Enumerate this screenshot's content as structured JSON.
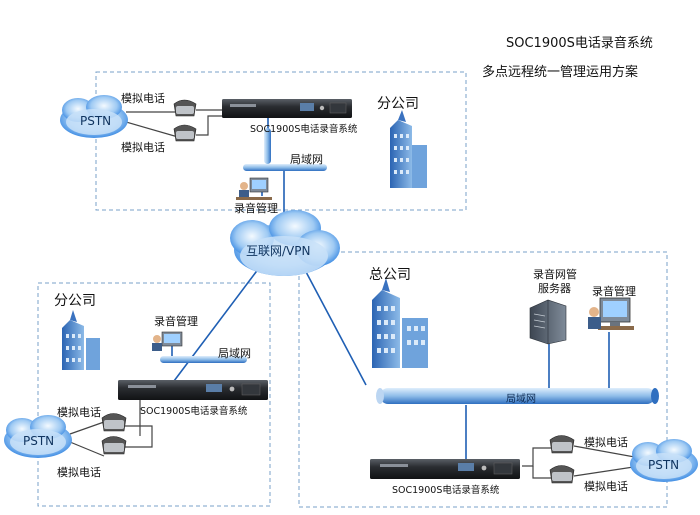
{
  "title": {
    "line1": "SOC1900S电话录音系统",
    "line2": "多点远程统一管理运用方案"
  },
  "internet": "互联网/VPN",
  "branch_top": {
    "office": "分公司",
    "pstn": "PSTN",
    "phone1": "模拟电话",
    "phone2": "模拟电话",
    "device": "SOC1900S电话录音系统",
    "lan": "局域网",
    "mgmt": "录音管理"
  },
  "branch_left": {
    "office": "分公司",
    "pstn": "PSTN",
    "phone1": "模拟电话",
    "phone2": "模拟电话",
    "device": "SOC1900S电话录音系统",
    "lan": "局域网",
    "mgmt": "录音管理"
  },
  "hq": {
    "office": "总公司",
    "server": "录音网管\n服务器",
    "server_l1": "录音网管",
    "server_l2": "服务器",
    "mgmt": "录音管理",
    "lan": "局域网",
    "device": "SOC1900S电话录音系统",
    "phone1": "模拟电话",
    "phone2": "模拟电话",
    "pstn": "PSTN"
  },
  "colors": {
    "link": "#1f5fb4",
    "pipe_light": "#bcd6f2",
    "pipe_dark": "#2f6fc0",
    "cloud_light": "#e4f1fd",
    "cloud_dark": "#2a7fe0",
    "dashed_border": "#7aa2c8",
    "phone_line": "#444444"
  }
}
